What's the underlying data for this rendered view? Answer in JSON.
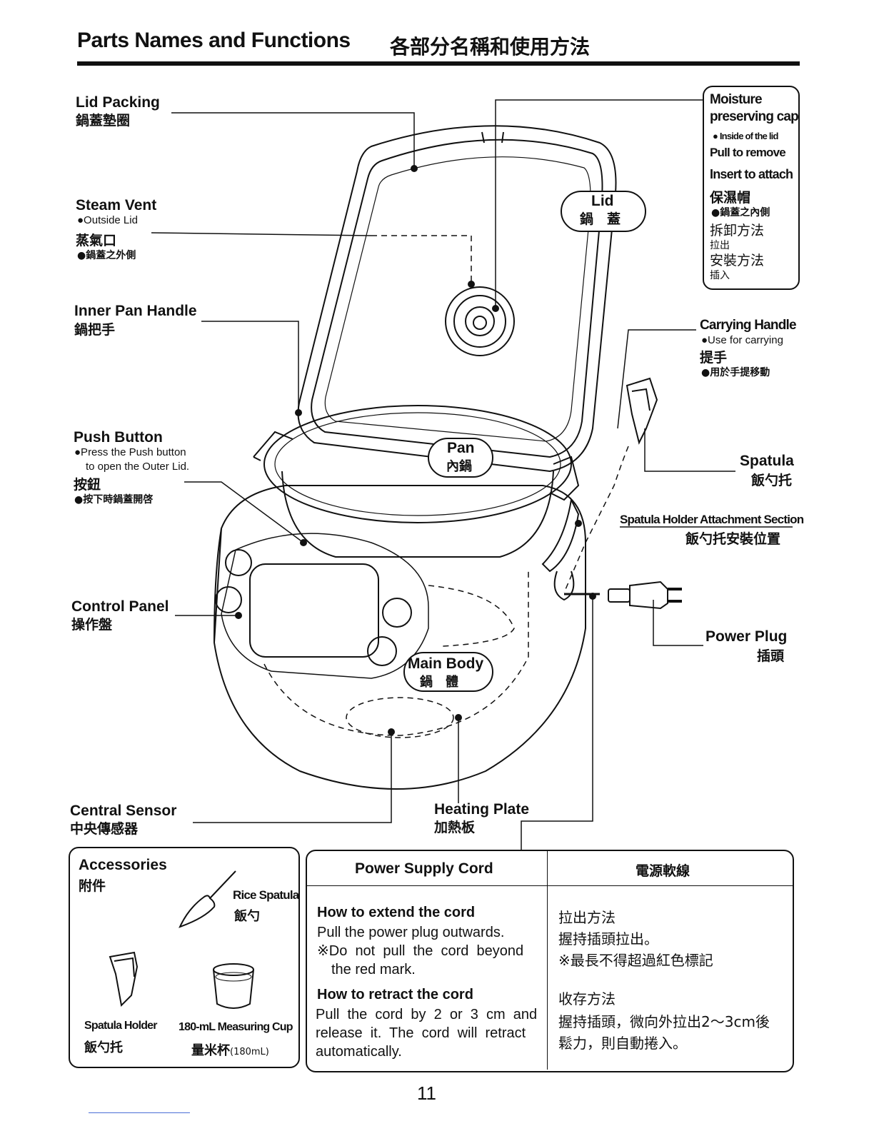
{
  "header": {
    "title_en": "Parts Names and Functions",
    "title_zh": "各部分名稱和使用方法"
  },
  "labels": {
    "lid_packing": {
      "en": "Lid Packing",
      "zh": "鍋蓋墊圈"
    },
    "steam_vent": {
      "en": "Steam Vent",
      "en_note": "●Outside Lid",
      "zh": "蒸氣口",
      "zh_note": "●鍋蓋之外側"
    },
    "inner_pan_handle": {
      "en": "Inner Pan Handle",
      "zh": "鍋把手"
    },
    "push_button": {
      "en": "Push Button",
      "en_note1": "●Press the Push button",
      "en_note2": "to open the Outer Lid.",
      "zh": "按鈕",
      "zh_note": "●按下時鍋蓋開啓"
    },
    "control_panel": {
      "en": "Control Panel",
      "zh": "操作盤"
    },
    "central_sensor": {
      "en": "Central Sensor",
      "zh": "中央傳感器"
    },
    "heating_plate": {
      "en": "Heating Plate",
      "zh": "加熱板"
    },
    "moisture_cap": {
      "en1": "Moisture",
      "en2": "preserving cap",
      "en_note": "● Inside of the lid",
      "pull": "Pull to remove",
      "insert": "Insert to attach",
      "zh": "保濕帽",
      "zh_note": "●鍋蓋之內側",
      "zh_remove": "拆卸方法",
      "zh_pull": "拉出",
      "zh_attach": "安裝方法",
      "zh_insert": "插入"
    },
    "carrying_handle": {
      "en": "Carrying Handle",
      "en_note": "●Use for carrying",
      "zh": "提手",
      "zh_note": "●用於手提移動"
    },
    "spatula": {
      "en": "Spatula",
      "zh": "飯勺托"
    },
    "spatula_holder_section": {
      "en": "Spatula Holder Attachment Section",
      "zh": "飯勺托安裝位置"
    },
    "power_plug": {
      "en": "Power Plug",
      "zh": "插頭"
    },
    "lid": {
      "en": "Lid",
      "zh": "鍋　蓋"
    },
    "pan": {
      "en": "Pan",
      "zh": "內鍋"
    },
    "main_body": {
      "en": "Main Body",
      "zh": "鍋　體"
    }
  },
  "accessories": {
    "title_en": "Accessories",
    "title_zh": "附件",
    "rice_spatula_en": "Rice Spatula",
    "rice_spatula_zh": "飯勺",
    "spatula_holder_en": "Spatula Holder",
    "spatula_holder_zh": "飯勺托",
    "cup_en": "180-mL Measuring Cup",
    "cup_zh": "量米杯",
    "cup_zh_unit": "(180mL)"
  },
  "cord_table": {
    "head_en": "Power Supply Cord",
    "head_zh": "電源軟線",
    "extend_title_en": "How to extend the cord",
    "extend_1_en": "Pull the power plug outwards.",
    "extend_2_en": "※Do  not  pull  the  cord  beyond",
    "extend_3_en": "the red mark.",
    "retract_title_en": "How to retract the cord",
    "retract_1_en": "Pull  the  cord  by  2  or  3  cm  and",
    "retract_2_en": "release  it.  The  cord  will  retract",
    "retract_3_en": "automatically.",
    "extend_title_zh": "拉出方法",
    "extend_1_zh": "握持插頭拉出。",
    "extend_2_zh": "※最長不得超過紅色標記",
    "retract_title_zh": "收存方法",
    "retract_1_zh": "握持插頭，微向外拉出2～3cm後",
    "retract_2_zh": "鬆力，則自動捲入。"
  },
  "page_number": "11"
}
